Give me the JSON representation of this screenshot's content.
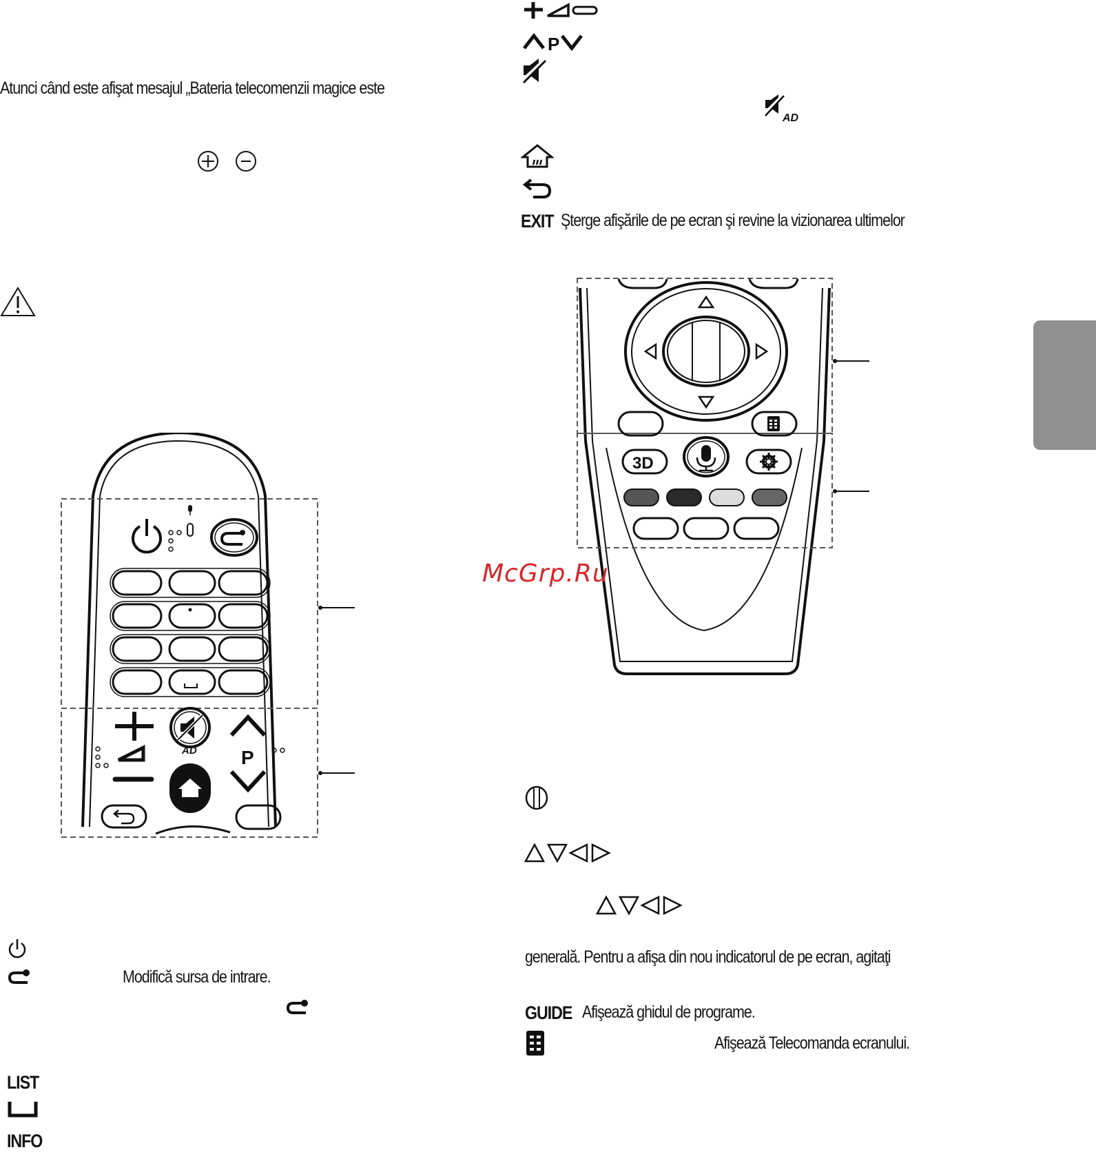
{
  "left": {
    "battery_message": "Atunci când este afişat mesajul „Bateria telecomenzii magice este",
    "input_description": "Modifică sursa de intrare.",
    "list_label": "LIST",
    "info_label": "INFO"
  },
  "right": {
    "exit_label": "EXIT",
    "exit_description": "Şterge afişările de pe ecran şi revine la vizionarea ultimelor",
    "pointer_note": "generală. Pentru a afişa din nou indicatorul de pe ecran, agitaţi",
    "guide_label": "GUIDE",
    "guide_description": "Afişează ghidul de programe.",
    "screen_remote_description": "Afişează Telecomanda ecranului."
  },
  "remote_top": {
    "ad_label": "AD",
    "program_label": "P"
  },
  "remote_bottom": {
    "threed_label": "3D"
  },
  "watermark": "McGrp.Ru",
  "icons": [
    "plus-icon",
    "volume-icon",
    "minus-icon",
    "channel-up-icon",
    "channel-down-icon",
    "mute-icon",
    "audio-description-icon",
    "home-icon",
    "back-icon",
    "power-icon",
    "input-icon",
    "space-icon",
    "warning-icon",
    "wheel-icon",
    "arrow-up-icon",
    "arrow-down-icon",
    "arrow-left-icon",
    "arrow-right-icon",
    "screen-remote-icon",
    "microphone-icon",
    "settings-icon"
  ],
  "colors": {
    "side_tab": "#8f8f8f",
    "watermark": "#d8262a",
    "color_button_1": "#555555",
    "color_button_2": "#2a2a2a",
    "color_button_3": "#dddddd",
    "color_button_4": "#666666"
  }
}
